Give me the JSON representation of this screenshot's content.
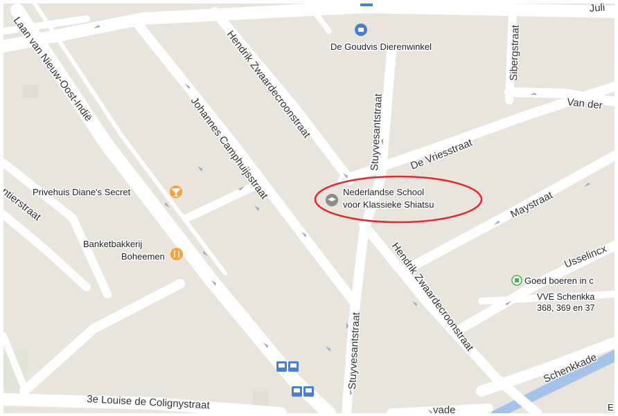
{
  "colors": {
    "land": "#e9e5dc",
    "road": "#ffffff",
    "water": "#a5c3e8",
    "highlight": "#e8252d",
    "poi_orange": "#f3a43a",
    "poi_blue": "#4a7dd6",
    "poi_green": "#4caf50",
    "poi_gray": "#8c8c8c"
  },
  "streets": {
    "laan": "Laan van Nieuw-Oost-Indië",
    "hendrik_top": "Hendrik Zwaardecroonstraat",
    "hendrik_bottom": "Hendrik Zwaardecroonstraat",
    "johannes": "Johannes Camphuijsstraat",
    "stuyvesant_top": "Stuyvesantstraat",
    "stuyvesant_bottom": "Stuyvesantstraat",
    "sibergstraat": "Sibergstraat",
    "vander": "Van der",
    "devriesstraat": "De Vriesstraat",
    "maystraat": "Maystraat",
    "usselincx": "Usselincx",
    "schenkkade": "Schenkkade",
    "louise": "3e Louise de Colignystraat",
    "entierstraat": "entierstraat",
    "juli": "Juli",
    "vade": "vade"
  },
  "pois": {
    "goudvis": {
      "label": "De Goudvis Dierenwinkel",
      "icon": "shop-bag-icon"
    },
    "diane": {
      "label": "Privehuis Diane's Secret",
      "icon": "cocktail-icon"
    },
    "banketbakkerij_line1": "Banketbakkerij",
    "banketbakkerij_line2": "Boheemen",
    "banketbakkerij_icon": "fork-knife-icon",
    "school_line1": "Nederlandse School",
    "school_line2": "voor Klassieke Shiatsu",
    "school_icon": "graduation-cap-icon",
    "goed_boeren": {
      "label": "Goed boeren in c",
      "icon": "green-square-icon"
    },
    "vve_line1": "VVE Schenkka",
    "vve_line2": "368, 369 en 37",
    "transit_icon": "bus-tram-icon",
    "partial_label": "E"
  }
}
